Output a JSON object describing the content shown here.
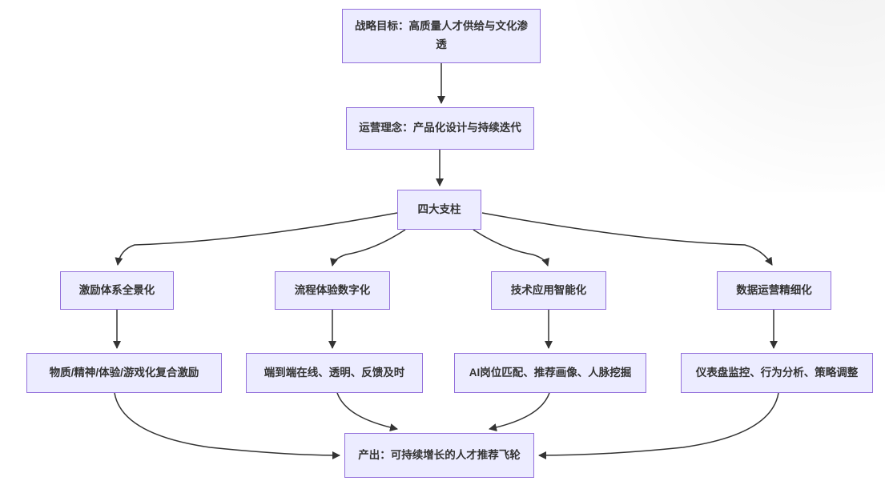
{
  "diagram": {
    "type": "flowchart",
    "direction": "top-down",
    "colors": {
      "node_fill": "#ECECFF",
      "node_border": "#9370DB",
      "edge_stroke": "#333333",
      "text": "#333333",
      "background": "#ffffff"
    },
    "nodes": {
      "strategic": {
        "label": "战略目标：高质量人才供给与文化渗透"
      },
      "concept": {
        "label": "运营理念：产品化设计与持续迭代"
      },
      "pillars": {
        "label": "四大支柱"
      },
      "pillar1": {
        "label": "激励体系全景化"
      },
      "pillar2": {
        "label": "流程体验数字化"
      },
      "pillar3": {
        "label": "技术应用智能化"
      },
      "pillar4": {
        "label": "数据运营精细化"
      },
      "detail1": {
        "label": "物质/精神/体验/游戏化复合激励"
      },
      "detail2": {
        "label": "端到端在线、透明、反馈及时"
      },
      "detail3": {
        "label": "AI岗位匹配、推荐画像、人脉挖掘"
      },
      "detail4": {
        "label": "仪表盘监控、行为分析、策略调整"
      },
      "output": {
        "label": "产出：可持续增长的人才推荐飞轮"
      }
    },
    "edges": [
      {
        "from": "strategic",
        "to": "concept"
      },
      {
        "from": "concept",
        "to": "pillars"
      },
      {
        "from": "pillars",
        "to": "pillar1"
      },
      {
        "from": "pillars",
        "to": "pillar2"
      },
      {
        "from": "pillars",
        "to": "pillar3"
      },
      {
        "from": "pillars",
        "to": "pillar4"
      },
      {
        "from": "pillar1",
        "to": "detail1"
      },
      {
        "from": "pillar2",
        "to": "detail2"
      },
      {
        "from": "pillar3",
        "to": "detail3"
      },
      {
        "from": "pillar4",
        "to": "detail4"
      },
      {
        "from": "detail1",
        "to": "output"
      },
      {
        "from": "detail2",
        "to": "output"
      },
      {
        "from": "detail3",
        "to": "output"
      },
      {
        "from": "detail4",
        "to": "output"
      }
    ]
  }
}
